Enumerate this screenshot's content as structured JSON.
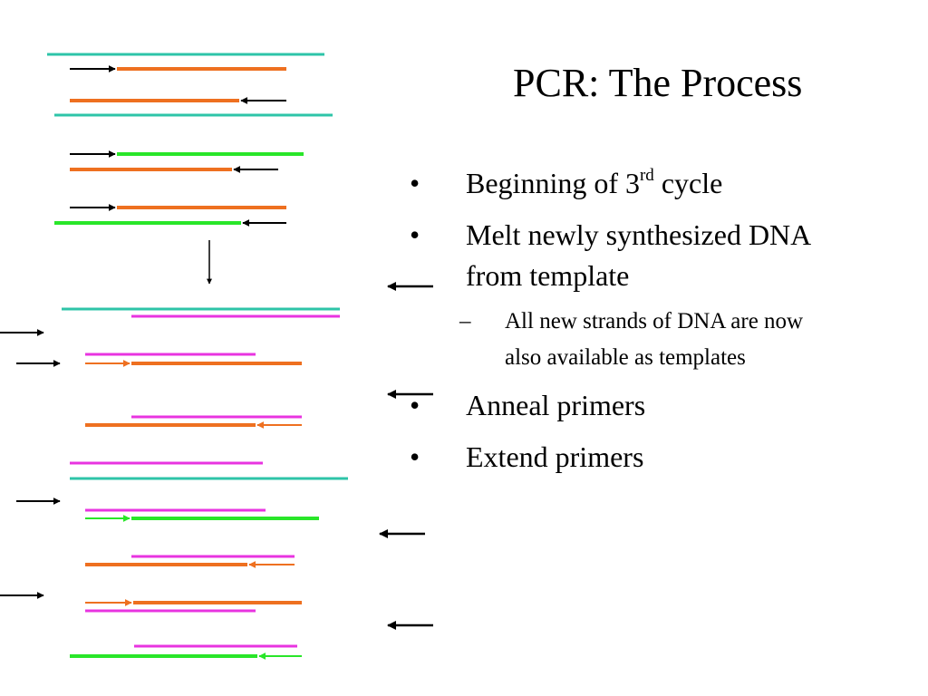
{
  "slide": {
    "title": "PCR: The Process",
    "bullets": [
      {
        "marker": "•",
        "text_before": "Beginning of 3",
        "superscript": "rd",
        "text_after": " cycle"
      },
      {
        "marker": "•",
        "text": "Melt newly synthesized DNA from template"
      },
      {
        "marker": "–",
        "text": "All new strands of DNA are now also available as templates",
        "level": 2
      },
      {
        "marker": "•",
        "text": "Anneal primers"
      },
      {
        "marker": "•",
        "text": "Extend primers"
      }
    ]
  },
  "colors": {
    "teal": "#2ec4a8",
    "orange": "#ee7020",
    "green": "#29e629",
    "magenta": "#e834e0",
    "black": "#000000"
  }
}
